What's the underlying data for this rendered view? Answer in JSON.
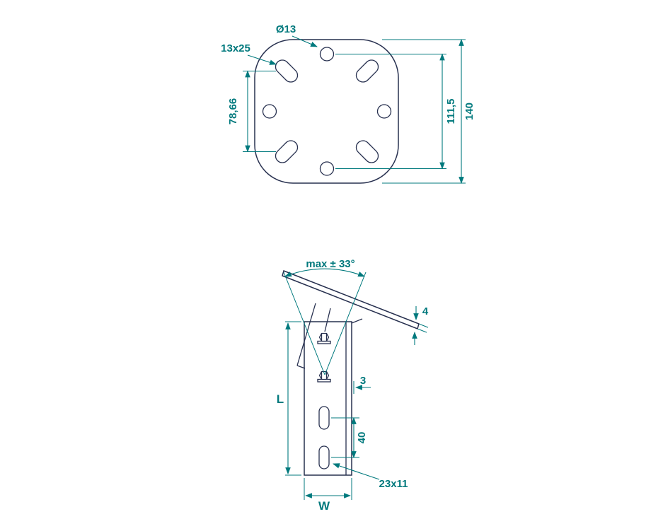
{
  "colors": {
    "outline": "#27304f",
    "dimension": "#00797d",
    "background": "#ffffff"
  },
  "top_view": {
    "dims": {
      "hole_diameter": "Ø13",
      "slot_size": "13x25",
      "slot_spacing": "78,66",
      "hole_spacing": "111,5",
      "plate_width": "140"
    }
  },
  "side_view": {
    "dims": {
      "max_tilt": "max ± 33°",
      "plate_thickness": "4",
      "wall_thickness": "3",
      "length": "L",
      "slot_spacing": "40",
      "slot_size": "23x11",
      "width": "W"
    }
  }
}
